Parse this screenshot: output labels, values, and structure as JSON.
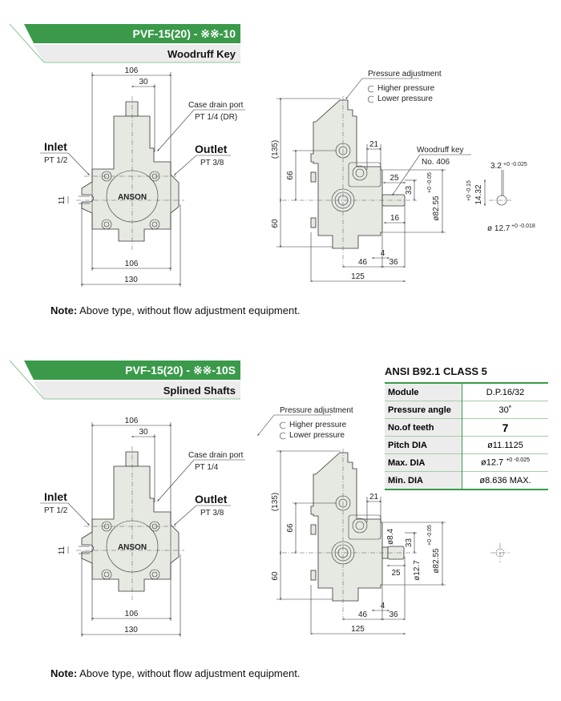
{
  "sections": [
    {
      "title": "PVF-15(20) - ※※-10",
      "subtitle": "Woodruff Key",
      "front": {
        "inlet": "Inlet",
        "inlet_size": "PT 1/2",
        "outlet": "Outlet",
        "outlet_size": "PT 3/8",
        "drain": "Case drain port",
        "drain_size": "PT 1/4 (DR)",
        "brand": "ANSON",
        "dims": {
          "top_width": "106",
          "offset": "30",
          "ear": "11",
          "bottom_width": "106",
          "overall_width": "130"
        }
      },
      "side": {
        "pressure": "Pressure adjustment",
        "higher": "Higher pressure",
        "lower": "Lower pressure",
        "shaft_note": "Woodruff key",
        "shaft_note2": "No. 406",
        "dims": {
          "height": "(135)",
          "d66": "66",
          "d60": "60",
          "d21": "21",
          "d25": "25",
          "d33": "33",
          "d16": "16",
          "d4": "4",
          "d46": "46",
          "d36": "36",
          "d125": "125",
          "pilot": "ø82.55",
          "pilot_tol": "+0 -0.05"
        },
        "key_section": {
          "width": "3.2",
          "width_tol": "+0 -0.025",
          "height": "14.32",
          "height_tol": "+0 -0.15",
          "dia": "ø 12.7",
          "dia_tol": "+0 -0.018"
        }
      },
      "note_label": "Note:",
      "note": "Above type, without flow adjustment equipment."
    },
    {
      "title": "PVF-15(20) - ※※-10S",
      "subtitle": "Splined Shafts",
      "front": {
        "inlet": "Inlet",
        "inlet_size": "PT 1/2",
        "outlet": "Outlet",
        "outlet_size": "PT 3/8",
        "drain": "Case drain port",
        "drain_size": "PT 1/4",
        "brand": "ANSON",
        "dims": {
          "top_width": "106",
          "offset": "30",
          "ear": "11",
          "bottom_width": "106",
          "overall_width": "130"
        }
      },
      "side": {
        "pressure": "Pressure adjustment",
        "higher": "Higher pressure",
        "lower": "Lower pressure",
        "dims": {
          "height": "(135)",
          "d66": "66",
          "d60": "60",
          "d21": "21",
          "d25": "25",
          "d33": "33",
          "d84": "ø8.4",
          "d127": "ø12.7",
          "d4": "4",
          "d46": "46",
          "d36": "36",
          "d125": "125",
          "pilot": "ø82.55",
          "pilot_tol": "+0 -0.05"
        }
      },
      "note_label": "Note:",
      "note": "Above type, without flow adjustment equipment."
    }
  ],
  "spline_spec": {
    "title": "ANSI B92.1 CLASS 5",
    "rows": [
      {
        "label": "Module",
        "value": "D.P.16/32"
      },
      {
        "label": "Pressure angle",
        "value": "30˚"
      },
      {
        "label": "No.of teeth",
        "value": "7"
      },
      {
        "label": "Pitch DIA",
        "value": "ø11.1125"
      },
      {
        "label": "Max. DIA",
        "value": "ø12.7",
        "tol": "+0 -0.025"
      },
      {
        "label": "Min. DIA",
        "value": "ø8.636 MAX."
      }
    ]
  },
  "colors": {
    "accent": "#3a9a4a",
    "band": "#ececec",
    "body": "#e6e9e2"
  }
}
